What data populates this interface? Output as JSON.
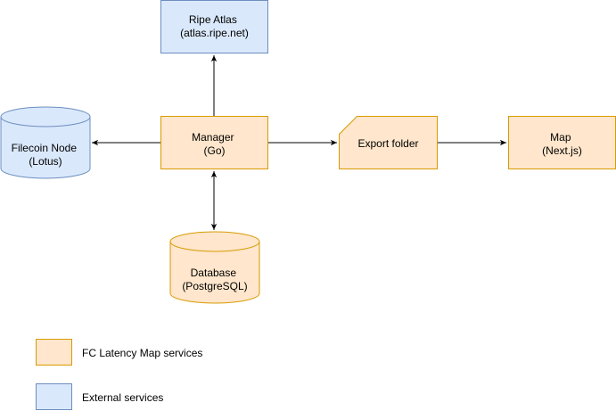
{
  "colors": {
    "service_fill": "#ffe6cc",
    "service_stroke": "#d79b00",
    "external_fill": "#dae8fc",
    "external_stroke": "#6c8ebf",
    "edge": "#000000"
  },
  "nodes": {
    "ripe_atlas": {
      "line1": "Ripe Atlas",
      "line2": "(atlas.ripe.net)"
    },
    "filecoin_node": {
      "line1": "Filecoin Node",
      "line2": "(Lotus)"
    },
    "manager": {
      "line1": "Manager",
      "line2": "(Go)"
    },
    "export_folder": {
      "label": "Export folder"
    },
    "map": {
      "line1": "Map",
      "line2": "(Next.js)"
    },
    "database": {
      "line1": "Database",
      "line2": "(PostgreSQL)"
    }
  },
  "legend": {
    "service_label": "FC Latency Map services",
    "external_label": "External services"
  },
  "edges": [
    {
      "from": "manager",
      "to": "ripe_atlas",
      "direction": "one-way"
    },
    {
      "from": "manager",
      "to": "filecoin_node",
      "direction": "one-way"
    },
    {
      "from": "manager",
      "to": "export_folder",
      "direction": "one-way"
    },
    {
      "from": "export_folder",
      "to": "map",
      "direction": "one-way"
    },
    {
      "from": "manager",
      "to": "database",
      "direction": "two-way"
    }
  ]
}
